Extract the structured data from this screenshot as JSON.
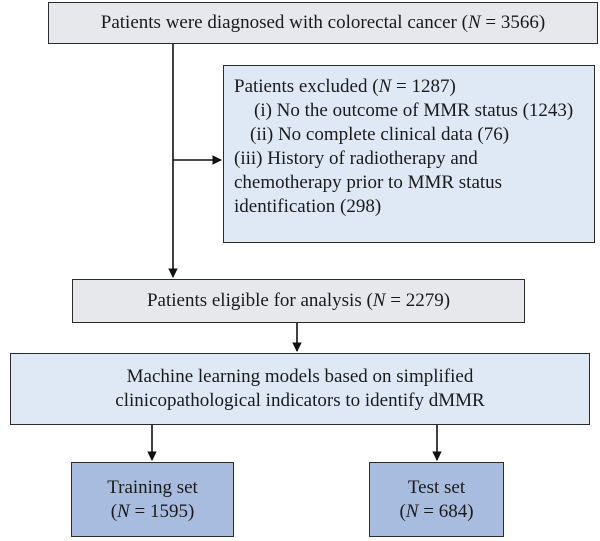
{
  "boxes": {
    "top": {
      "text": "Patients were diagnosed with colorectal cancer (",
      "n_label": "N",
      "n_value": " = 3566)"
    },
    "excluded": {
      "header_pre": "Patients excluded (",
      "header_n": "N",
      "header_post": " = 1287)",
      "items": [
        "(i) No the outcome of MMR status (1243)",
        "(ii) No complete clinical data (76)",
        "(iii) History of radiotherapy and",
        "chemotherapy prior to MMR status",
        "identification (298)"
      ]
    },
    "eligible": {
      "text": "Patients eligible for analysis (",
      "n_label": "N",
      "n_value": " = 2279)"
    },
    "ml": {
      "line1": "Machine learning models based on simplified",
      "line2": "clinicopathological indicators to identify dMMR"
    },
    "training": {
      "title": "Training set",
      "open": "(",
      "n_label": "N",
      "n_value": " = 1595)"
    },
    "test": {
      "title": "Test set",
      "open": "(",
      "n_label": "N",
      "n_value": " = 684)"
    }
  },
  "colors": {
    "level1": "#e6e8ec",
    "level2": "#dfe8f5",
    "level3": "#c6d3ea",
    "level4": "#a8bcdf",
    "line": "#111111"
  }
}
